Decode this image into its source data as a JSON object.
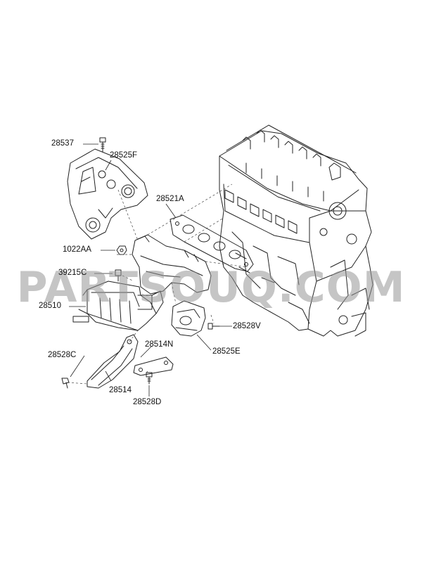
{
  "watermark": "PARTSOUQ.COM",
  "colors": {
    "line": "#222222",
    "watermark": "#969696",
    "background": "#ffffff"
  },
  "callouts": [
    {
      "id": "28537",
      "text": "28537"
    },
    {
      "id": "28525F",
      "text": "28525F"
    },
    {
      "id": "28521A",
      "text": "28521A"
    },
    {
      "id": "1022AA",
      "text": "1022AA"
    },
    {
      "id": "39215C",
      "text": "39215C"
    },
    {
      "id": "28510",
      "text": "28510"
    },
    {
      "id": "28528V",
      "text": "28528V"
    },
    {
      "id": "28514N",
      "text": "28514N"
    },
    {
      "id": "28525E",
      "text": "28525E"
    },
    {
      "id": "28528C",
      "text": "28528C"
    },
    {
      "id": "28514",
      "text": "28514"
    },
    {
      "id": "28528D",
      "text": "28528D"
    }
  ]
}
